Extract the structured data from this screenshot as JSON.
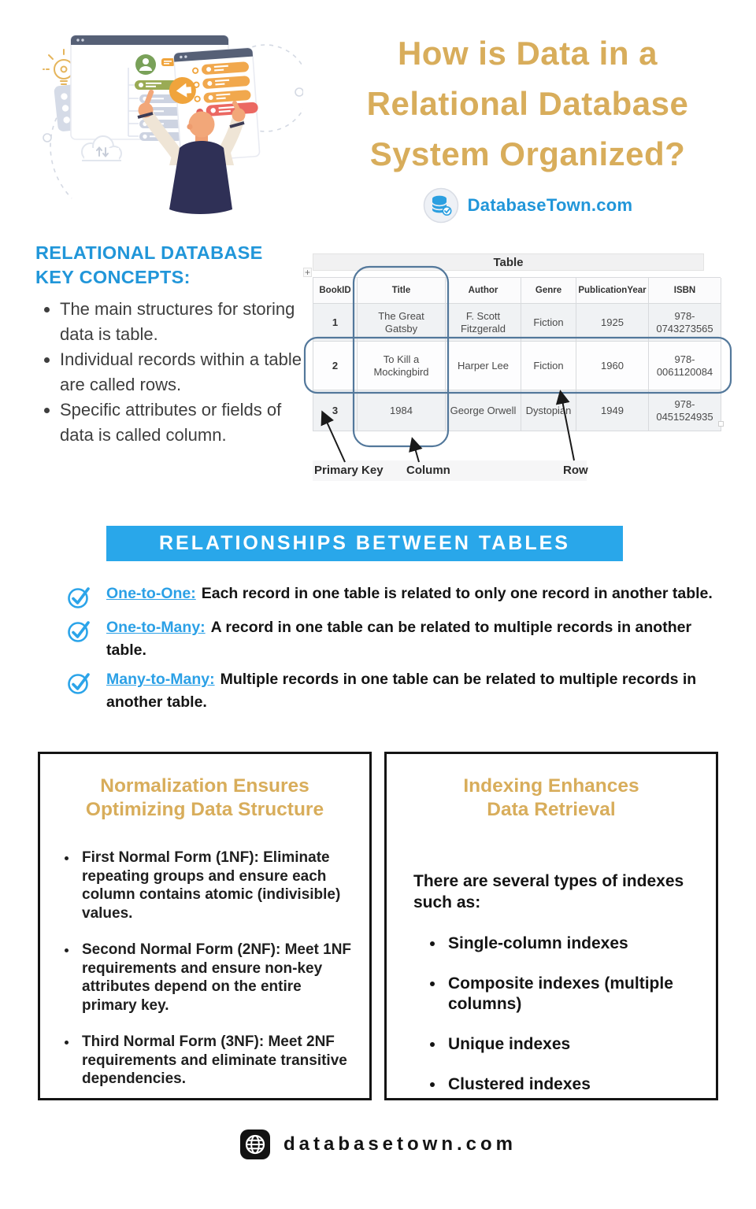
{
  "colors": {
    "gold": "#D8AD5B",
    "brand_blue": "#2196D9",
    "banner_blue": "#29A7EA",
    "link_blue": "#2BA0E6",
    "callout": "#53789B",
    "ink": "#161616"
  },
  "header": {
    "title_lines": [
      "How is Data in a",
      "Relational Database",
      "System Organized?"
    ],
    "brand": "DatabaseTown.com"
  },
  "key_concepts": {
    "heading": "RELATIONAL DATABASE KEY CONCEPTS:",
    "bullets": [
      "The main structures for storing data is table.",
      "Individual records within a table are called rows.",
      "Specific attributes or fields of data is called column."
    ]
  },
  "table_panel": {
    "title": "Table",
    "plus": "+",
    "columns": [
      "BookID",
      "Title",
      "Author",
      "Genre",
      "PublicationYear",
      "ISBN"
    ],
    "rows": [
      [
        "1",
        "The Great Gatsby",
        "F. Scott Fitzgerald",
        "Fiction",
        "1925",
        "978-0743273565"
      ],
      [
        "2",
        "To Kill a Mockingbird",
        "Harper Lee",
        "Fiction",
        "1960",
        "978-0061120084"
      ],
      [
        "3",
        "1984",
        "George Orwell",
        "Dystopian",
        "1949",
        "978-0451524935"
      ]
    ],
    "labels": {
      "primary_key": "Primary Key",
      "column": "Column",
      "row": "Row"
    }
  },
  "relationships": {
    "banner": "RELATIONSHIPS BETWEEN TABLES",
    "items": [
      {
        "term": "One-to-One:",
        "desc": "Each record in one table is related to only one record in another table."
      },
      {
        "term": "One-to-Many:",
        "desc": "A record in one table can be related to multiple records in another table."
      },
      {
        "term": "Many-to-Many:",
        "desc": "Multiple records in one table can be related to multiple records in another table."
      }
    ]
  },
  "normalization_box": {
    "title_lines": [
      "Normalization Ensures",
      "Optimizing Data Structure"
    ],
    "bullets": [
      "First Normal Form (1NF): Eliminate repeating groups and ensure each column contains atomic (indivisible) values.",
      "Second Normal Form (2NF): Meet 1NF requirements and ensure non-key attributes depend on the entire primary key.",
      "Third Normal Form (3NF): Meet 2NF requirements and eliminate transitive dependencies."
    ]
  },
  "indexing_box": {
    "title_lines": [
      "Indexing Enhances",
      "Data Retrieval"
    ],
    "intro": "There are several types of indexes such as:",
    "bullets": [
      "Single-column indexes",
      "Composite indexes (multiple columns)",
      "Unique indexes",
      "Clustered indexes"
    ]
  },
  "footer": {
    "site": "databasetown.com"
  }
}
